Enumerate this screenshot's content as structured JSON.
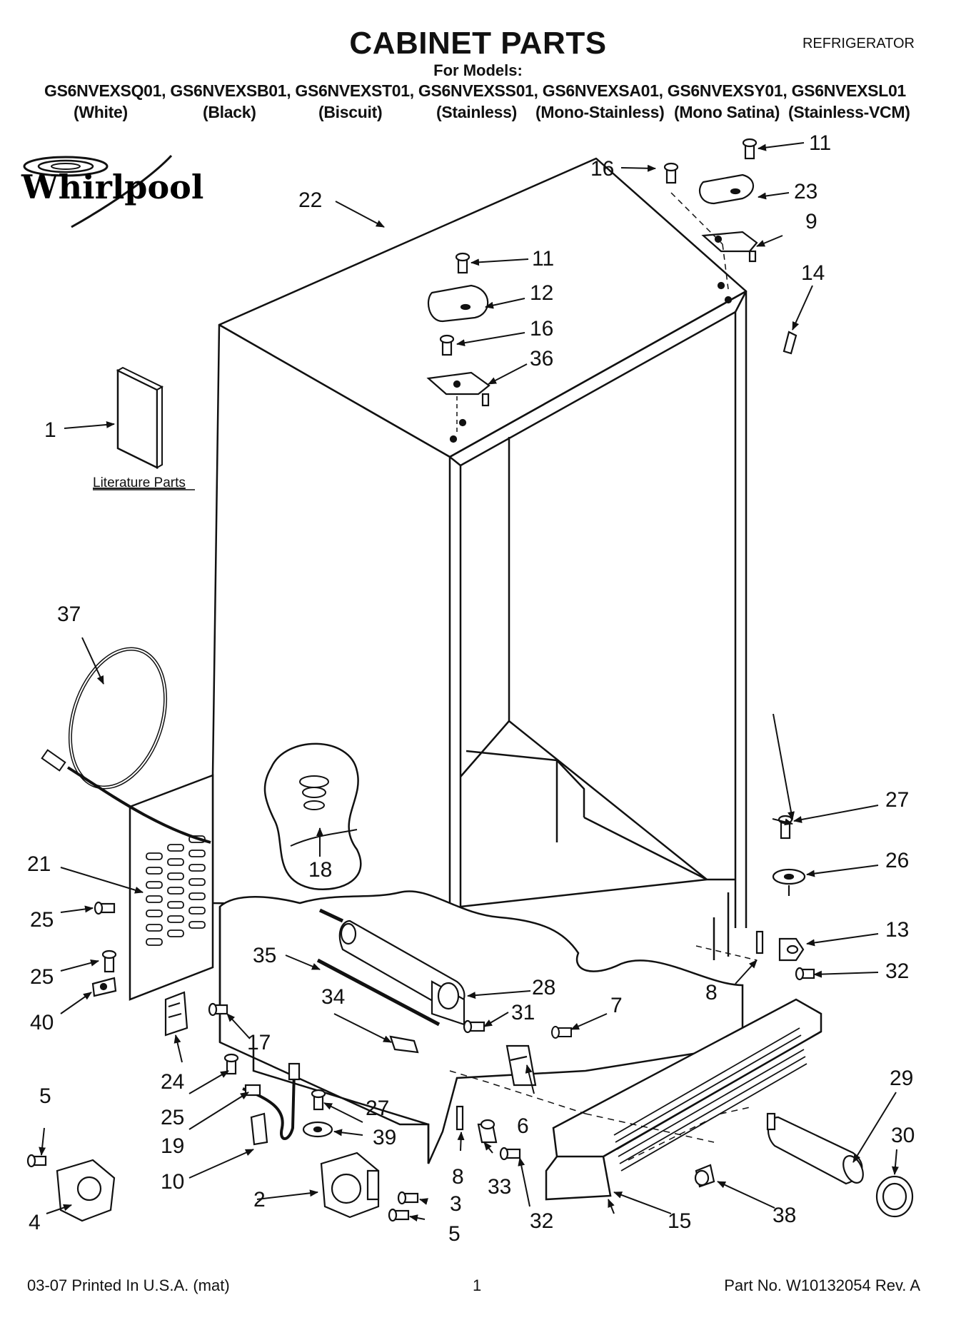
{
  "header": {
    "title": "CABINET PARTS",
    "category": "REFRIGERATOR",
    "for_models_label": "For Models:",
    "models": "GS6NVEXSQ01, GS6NVEXSB01, GS6NVEXST01, GS6NVEXSS01, GS6NVEXSA01, GS6NVEXSY01, GS6NVEXSL01",
    "colors": [
      "(White)",
      "(Black)",
      "(Biscuit)",
      "(Stainless)",
      "(Mono-Stainless)",
      "(Mono Satina)",
      "(Stainless-VCM)"
    ]
  },
  "brand": {
    "logo_text": "Whirlpool"
  },
  "literature_label": "Literature Parts",
  "callouts": {
    "c1": "1",
    "c2": "2",
    "c3": "3",
    "c4": "4",
    "c5a": "5",
    "c5b": "5",
    "c6": "6",
    "c7": "7",
    "c8a": "8",
    "c8b": "8",
    "c9": "9",
    "c10": "10",
    "c11a": "11",
    "c11b": "11",
    "c12": "12",
    "c13": "13",
    "c14": "14",
    "c15": "15",
    "c16a": "16",
    "c16b": "16",
    "c17": "17",
    "c18": "18",
    "c19": "19",
    "c21": "21",
    "c22": "22",
    "c23": "23",
    "c24": "24",
    "c25a": "25",
    "c25b": "25",
    "c25c": "25",
    "c26": "26",
    "c27a": "27",
    "c27b": "27",
    "c28": "28",
    "c29": "29",
    "c30": "30",
    "c31": "31",
    "c32a": "32",
    "c32b": "32",
    "c33": "33",
    "c34": "34",
    "c35": "35",
    "c36": "36",
    "c37": "37",
    "c38": "38",
    "c39": "39",
    "c40": "40"
  },
  "footer": {
    "print_info": "03-07 Printed In U.S.A. (mat)",
    "page_number": "1",
    "part_number": "Part No. W10132054 Rev. A"
  }
}
